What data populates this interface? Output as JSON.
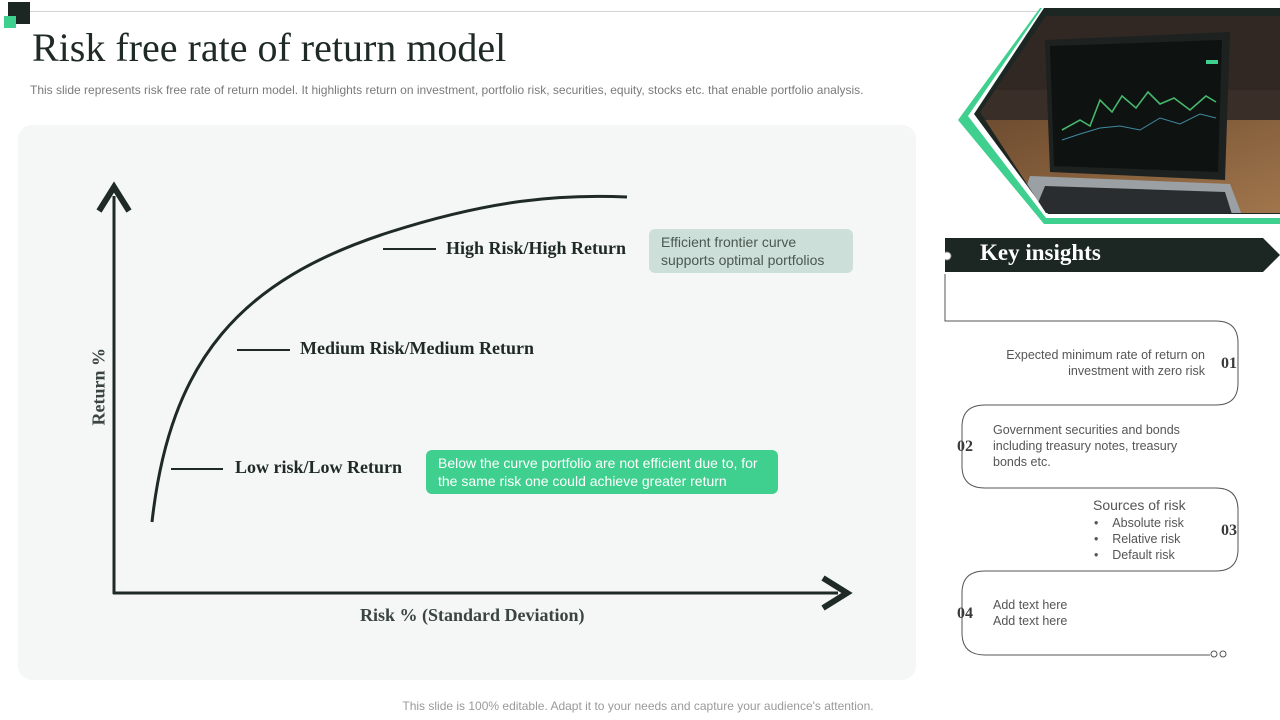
{
  "title": "Risk free rate of  return model",
  "subtitle": "This slide represents risk free rate of return model. It highlights return on investment, portfolio risk, securities, equity, stocks etc. that enable portfolio analysis.",
  "diagram": {
    "y_axis_label": "Return %",
    "x_axis_label": "Risk % (Standard Deviation)",
    "curve_labels": {
      "high": "High Risk/High Return",
      "medium": "Medium Risk/Medium Return",
      "low": "Low risk/Low Return"
    },
    "callout_frontier": "Efficient frontier  curve supports optimal portfolios",
    "callout_below": "Below the curve portfolio are not efficient due to, for the same risk one could achieve greater return"
  },
  "key_insights": {
    "title": "Key insights",
    "items": [
      {
        "number": "01",
        "text": "Expected minimum rate of return on investment with zero risk"
      },
      {
        "number": "02",
        "text": "Government  securities and bonds including treasury notes, treasury bonds etc."
      },
      {
        "number": "03",
        "title": "Sources of risk",
        "bullets": [
          "Absolute risk",
          "Relative  risk",
          "Default  risk"
        ]
      },
      {
        "number": "04",
        "text": "Add text here\nAdd text here"
      }
    ]
  },
  "footer": "This slide is 100% editable. Adapt it to your needs and capture your audience's attention.",
  "colors": {
    "accent_green": "#3fcf8e",
    "dark": "#1c2622",
    "panel_bg": "#f4f7f6",
    "frontier_bubble": "#cddfd9"
  },
  "icons": {
    "photo": "laptop-stock-chart-photo",
    "bullet": "bullet-dot"
  }
}
